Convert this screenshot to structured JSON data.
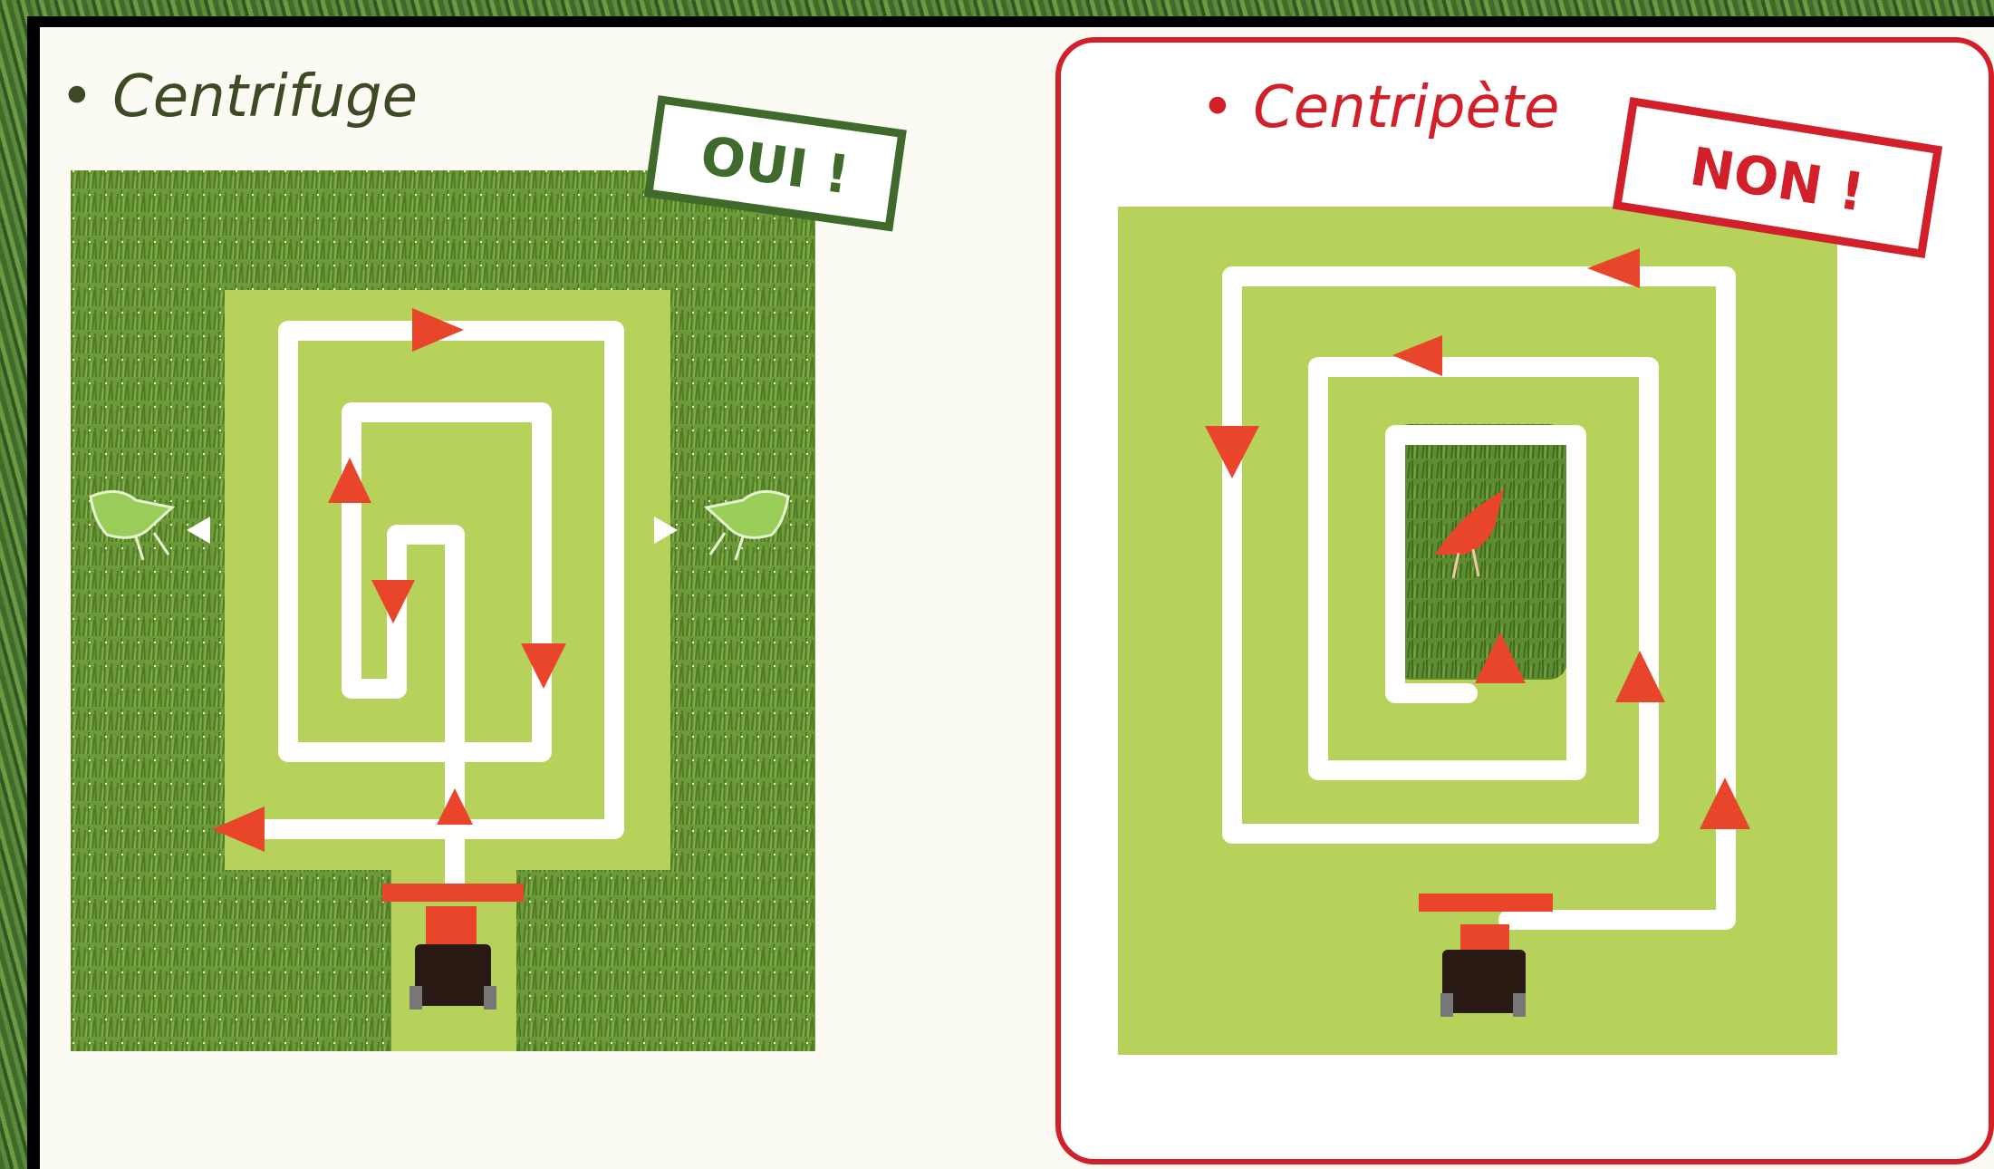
{
  "left_panel": {
    "title": "• Centrifuge",
    "stamp": "OUI !",
    "stamp_color": "#3f6a2c"
  },
  "right_panel": {
    "title": "• Centripète",
    "stamp": "NON !",
    "stamp_color": "#d1202a"
  },
  "colors": {
    "tall_grass": "#6c9a38",
    "mown_grass": "#b6d25a",
    "path": "#ffffff",
    "arrow": "#e8452a",
    "bird_fleeing": "#9acc5a",
    "bird_trapped": "#e8452a",
    "frame_red": "#d1202a"
  }
}
